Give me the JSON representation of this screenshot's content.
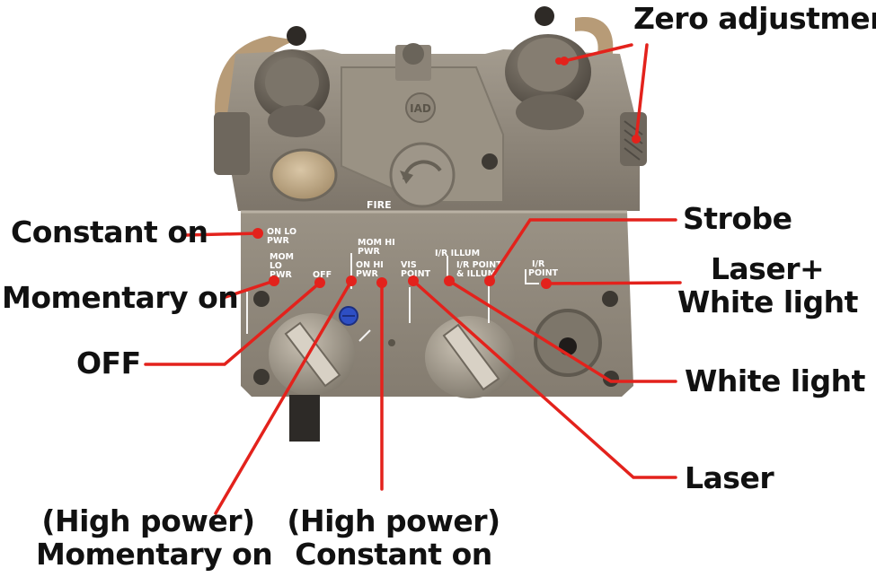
{
  "colors": {
    "leader_line": "#e3221c",
    "device_body": "#8d8579",
    "device_dark": "#5e574e",
    "device_light": "#b2aa9d",
    "screw_blue": "#2e4fc4",
    "label_ink": "#ffffff"
  },
  "device": {
    "emblem": "IAD",
    "fire_label": "FIRE",
    "left_switch_labels": {
      "constant_on": [
        "ON LO",
        "PWR"
      ],
      "momentary_lo": [
        "MOM",
        "LO",
        "PWR"
      ],
      "off": "OFF",
      "mom_hi": [
        "MOM HI",
        "PWR"
      ],
      "on_hi": [
        "ON HI",
        "PWR"
      ],
      "vis_point": [
        "VIS",
        "POINT"
      ]
    },
    "right_switch_labels": {
      "ir_illum": "I/R ILLUM",
      "ir_point_illum": [
        "I/R POINT",
        "& ILLUM"
      ],
      "ir_point": [
        "I/R",
        "POINT"
      ]
    }
  },
  "callouts": {
    "zero_adjustment": "Zero adjustment",
    "constant_on": "Constant on",
    "momentary_on": "Momentary on",
    "off": "OFF",
    "high_power_momentary": [
      "(High power)",
      "Momentary on"
    ],
    "high_power_constant": [
      "(High power)",
      "Constant on"
    ],
    "strobe": "Strobe",
    "laser_white": [
      "Laser+",
      "White light"
    ],
    "white_light": "White light",
    "laser": "Laser"
  }
}
